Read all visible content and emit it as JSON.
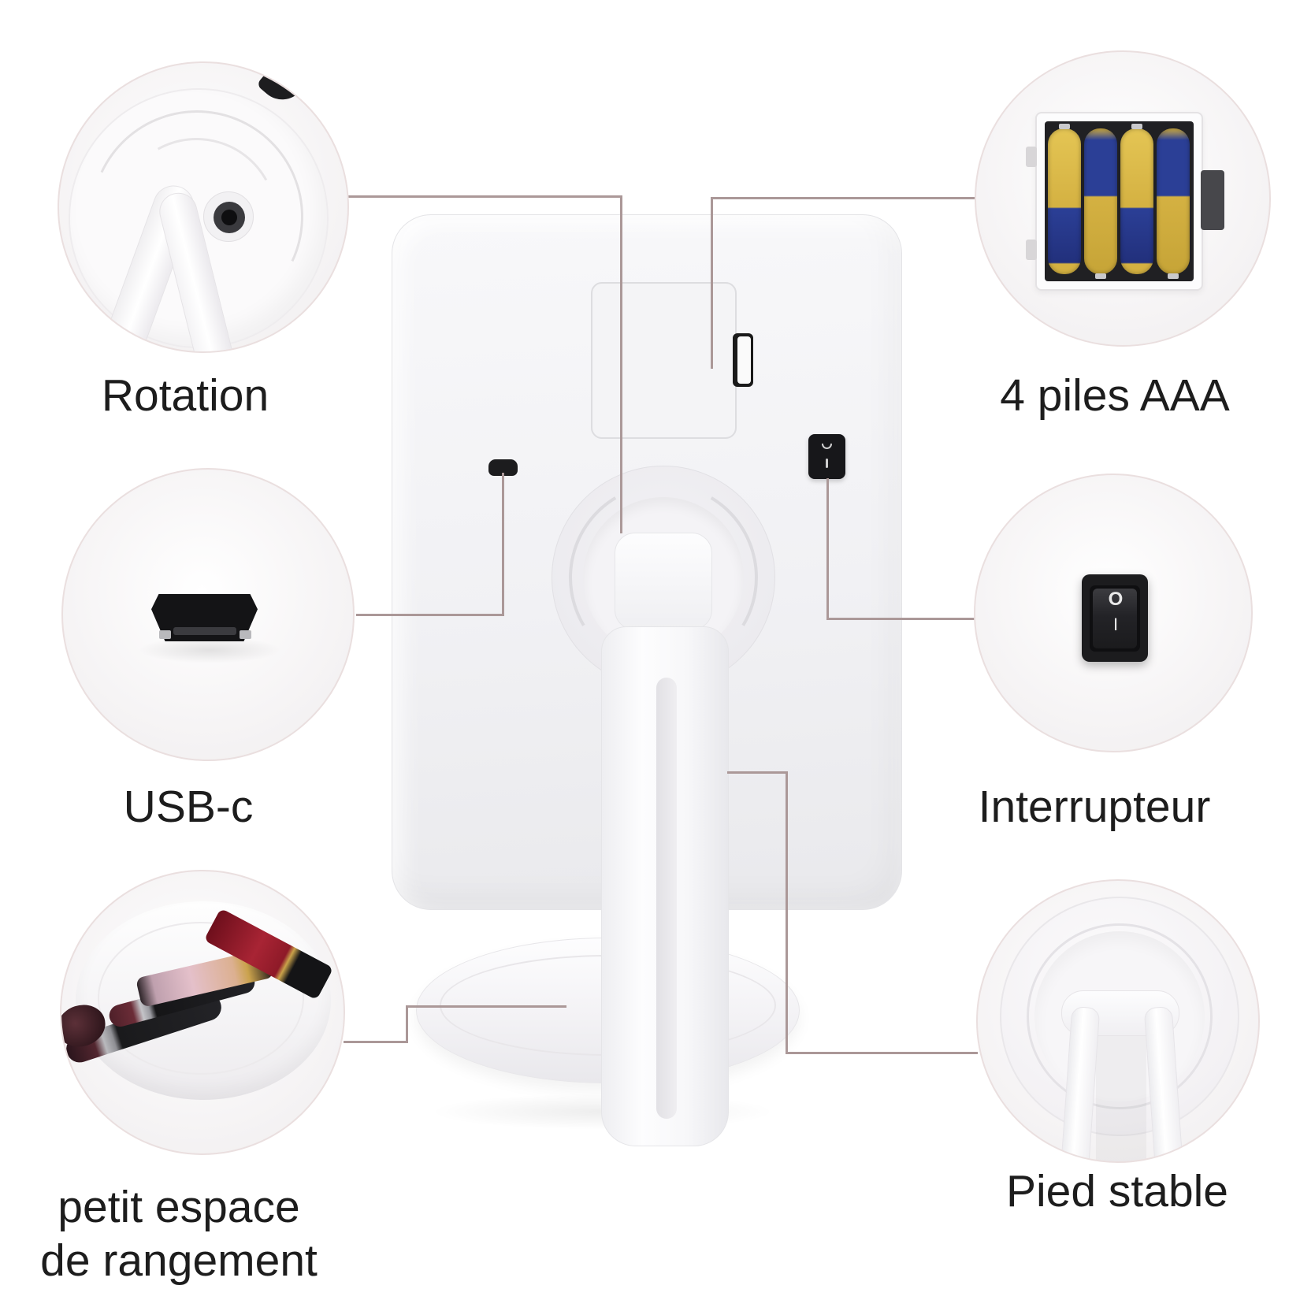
{
  "page": {
    "background": "#ffffff",
    "connector_color": "#ab9898",
    "text_color": "#1d1d1d"
  },
  "callouts": {
    "rotation": {
      "label": "Rotation"
    },
    "battery": {
      "label": "4 piles AAA"
    },
    "usb": {
      "label": "USB-c"
    },
    "switch": {
      "label": "Interrupteur",
      "glyph_top": "O",
      "glyph_bottom": "I"
    },
    "storage": {
      "label_line1": "petit espace",
      "label_line2": "de rangement"
    },
    "foot": {
      "label": "Pied stable"
    }
  },
  "colors": {
    "battery_yellow": "#d4b142",
    "battery_blue": "#2b3f96",
    "switch_black": "#1c1c1e",
    "lipstick_red": "#8e1a28",
    "product_white": "#f4f4f6"
  }
}
